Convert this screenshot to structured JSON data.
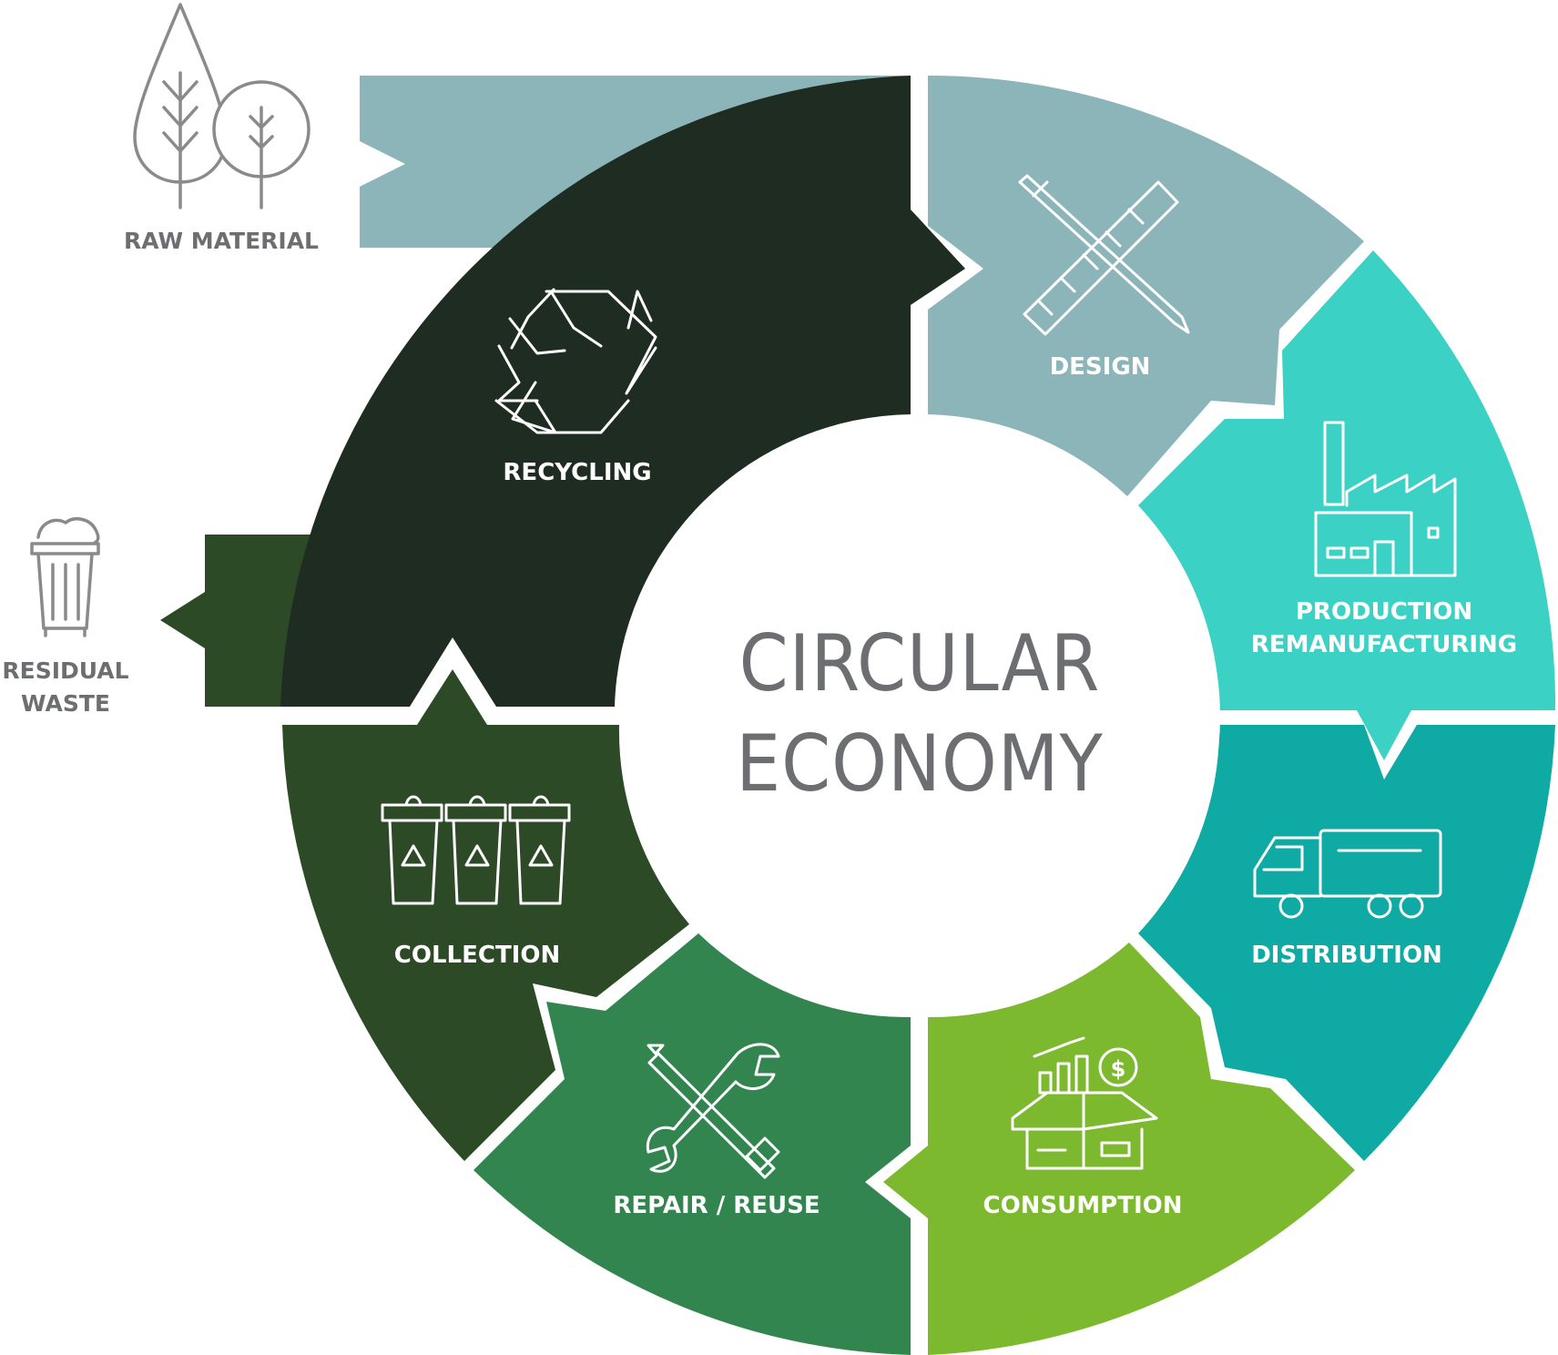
{
  "center": {
    "line1": "CIRCULAR",
    "line2": "ECONOMY"
  },
  "segments": {
    "design": {
      "label": "DESIGN",
      "color": "#8cb5b9",
      "icon": "pencil-ruler-icon"
    },
    "production": {
      "line1": "PRODUCTION",
      "line2": "REMANUFACTURING",
      "color": "#3bd1c5",
      "icon": "factory-icon"
    },
    "distribution": {
      "label": "DISTRIBUTION",
      "color": "#0eaaa3",
      "icon": "truck-icon"
    },
    "consumption": {
      "label": "CONSUMPTION",
      "color": "#7cb92e",
      "icon": "shopping-box-icon"
    },
    "repair": {
      "label": "REPAIR / REUSE",
      "color": "#338550",
      "icon": "tools-icon"
    },
    "collection": {
      "label": "COLLECTION",
      "color": "#2d4a27",
      "icon": "bins-icon"
    },
    "recycling": {
      "label": "RECYCLING",
      "color": "#1f2c21",
      "icon": "recycle-icon"
    }
  },
  "inputs": {
    "raw_material": {
      "label": "RAW MATERIAL",
      "icon": "trees-icon",
      "color": "#8cb5b9"
    },
    "residual_waste": {
      "line1": "RESIDUAL",
      "line2": "WASTE",
      "icon": "trash-can-icon",
      "color": "#2d4a27"
    }
  },
  "text_color": "#6d6e71"
}
